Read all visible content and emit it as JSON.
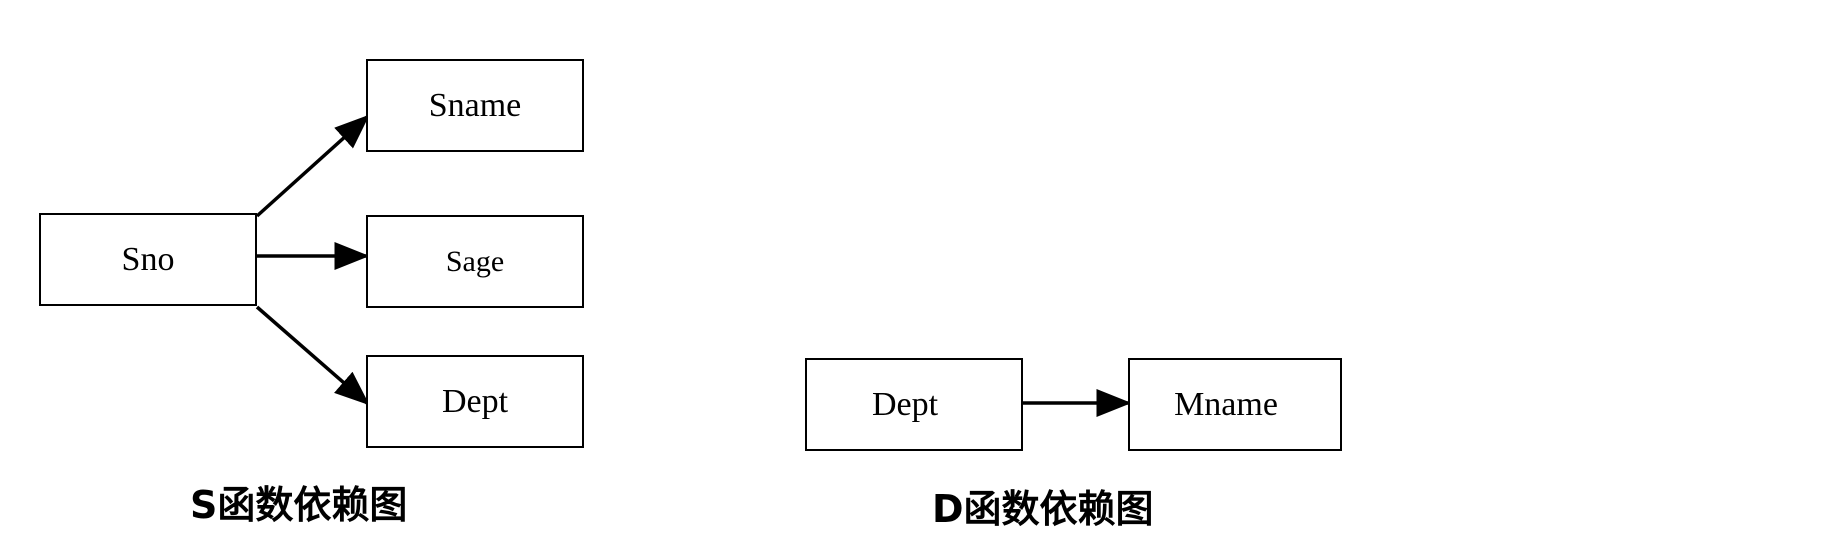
{
  "diagram_s": {
    "source": "Sno",
    "targets": [
      "Sname",
      "Sage",
      "Dept"
    ],
    "caption": "S函数依赖图"
  },
  "diagram_d": {
    "source": "Dept",
    "target": "Mname",
    "caption": "D函数依赖图"
  },
  "colors": {
    "stroke": "#000000",
    "background": "#ffffff"
  }
}
